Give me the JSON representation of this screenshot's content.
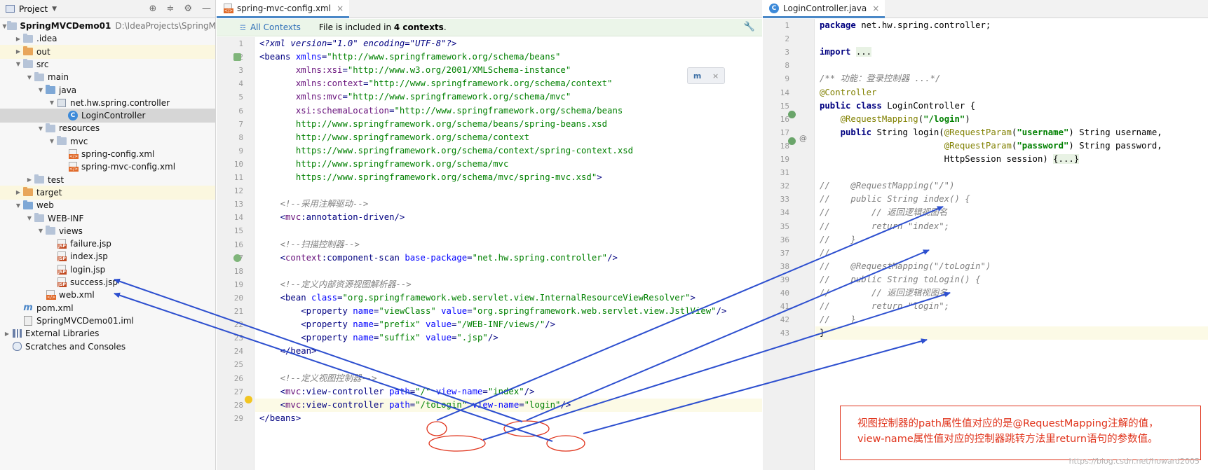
{
  "project_panel": {
    "title": "Project",
    "tree": [
      {
        "depth": 0,
        "twisty": "down",
        "icon": "module",
        "label": "SpringMVCDemo01",
        "suffix": "D:\\IdeaProjects\\SpringM",
        "bold": true
      },
      {
        "depth": 1,
        "twisty": "right",
        "icon": "folder",
        "label": ".idea"
      },
      {
        "depth": 1,
        "twisty": "right",
        "icon": "folder-orange",
        "label": "out",
        "hl": true
      },
      {
        "depth": 1,
        "twisty": "down",
        "icon": "folder",
        "label": "src"
      },
      {
        "depth": 2,
        "twisty": "down",
        "icon": "folder",
        "label": "main"
      },
      {
        "depth": 3,
        "twisty": "down",
        "icon": "folder-blue",
        "label": "java"
      },
      {
        "depth": 4,
        "twisty": "down",
        "icon": "package",
        "label": "net.hw.spring.controller"
      },
      {
        "depth": 5,
        "twisty": "none",
        "icon": "class",
        "label": "LoginController",
        "selected": true
      },
      {
        "depth": 3,
        "twisty": "down",
        "icon": "folder",
        "label": "resources"
      },
      {
        "depth": 4,
        "twisty": "down",
        "icon": "folder",
        "label": "mvc"
      },
      {
        "depth": 5,
        "twisty": "none",
        "icon": "xml",
        "label": "spring-config.xml"
      },
      {
        "depth": 5,
        "twisty": "none",
        "icon": "xml",
        "label": "spring-mvc-config.xml"
      },
      {
        "depth": 2,
        "twisty": "right",
        "icon": "folder",
        "label": "test"
      },
      {
        "depth": 1,
        "twisty": "right",
        "icon": "folder-orange",
        "label": "target",
        "hl": true
      },
      {
        "depth": 1,
        "twisty": "down",
        "icon": "folder-blue",
        "label": "web"
      },
      {
        "depth": 2,
        "twisty": "down",
        "icon": "folder",
        "label": "WEB-INF"
      },
      {
        "depth": 3,
        "twisty": "down",
        "icon": "folder",
        "label": "views"
      },
      {
        "depth": 4,
        "twisty": "none",
        "icon": "jsp",
        "label": "failure.jsp"
      },
      {
        "depth": 4,
        "twisty": "none",
        "icon": "jsp",
        "label": "index.jsp"
      },
      {
        "depth": 4,
        "twisty": "none",
        "icon": "jsp",
        "label": "login.jsp"
      },
      {
        "depth": 4,
        "twisty": "none",
        "icon": "jsp",
        "label": "success.jsp"
      },
      {
        "depth": 3,
        "twisty": "none",
        "icon": "xml",
        "label": "web.xml"
      },
      {
        "depth": 1,
        "twisty": "none",
        "icon": "maven",
        "label": "pom.xml"
      },
      {
        "depth": 1,
        "twisty": "none",
        "icon": "iml",
        "label": "SpringMVCDemo01.iml"
      },
      {
        "depth": 0,
        "twisty": "right",
        "icon": "library",
        "label": "External Libraries"
      },
      {
        "depth": 0,
        "twisty": "none",
        "icon": "scratch",
        "label": "Scratches and Consoles"
      }
    ]
  },
  "xml_editor": {
    "tab_label": "spring-mvc-config.xml",
    "notice": {
      "link": "All Contexts",
      "text_prefix": "File is included in ",
      "text_bold": "4 contexts",
      "text_suffix": "."
    },
    "line_numbers": [
      "1",
      "2",
      "3",
      "4",
      "5",
      "6",
      "7",
      "8",
      "9",
      "10",
      "11",
      "12",
      "13",
      "14",
      "15",
      "16",
      "17",
      "18",
      "19",
      "20",
      "21",
      "22",
      "23",
      "24",
      "25",
      "26",
      "27",
      "28",
      "29"
    ],
    "lines": [
      [
        [
          "pi",
          "<?xml version=\"1.0\" encoding=\"UTF-8\"?>"
        ]
      ],
      [
        [
          "tag",
          "<beans "
        ],
        [
          "attr",
          "xmlns"
        ],
        [
          "tag",
          "="
        ],
        [
          "val",
          "\"http://www.springframework.org/schema/beans\""
        ]
      ],
      [
        [
          "txt",
          "       "
        ],
        [
          "ns",
          "xmlns:xsi"
        ],
        [
          "tag",
          "="
        ],
        [
          "val",
          "\"http://www.w3.org/2001/XMLSchema-instance\""
        ]
      ],
      [
        [
          "txt",
          "       "
        ],
        [
          "ns",
          "xmlns:context"
        ],
        [
          "tag",
          "="
        ],
        [
          "val",
          "\"http://www.springframework.org/schema/context\""
        ]
      ],
      [
        [
          "txt",
          "       "
        ],
        [
          "ns",
          "xmlns:mvc"
        ],
        [
          "tag",
          "="
        ],
        [
          "val",
          "\"http://www.springframework.org/schema/mvc\""
        ]
      ],
      [
        [
          "txt",
          "       "
        ],
        [
          "ns",
          "xsi:schemaLocation"
        ],
        [
          "tag",
          "="
        ],
        [
          "val",
          "\"http://www.springframework.org/schema/beans"
        ]
      ],
      [
        [
          "txt",
          "       "
        ],
        [
          "val",
          "http://www.springframework.org/schema/beans/spring-beans.xsd"
        ]
      ],
      [
        [
          "txt",
          "       "
        ],
        [
          "val",
          "http://www.springframework.org/schema/context"
        ]
      ],
      [
        [
          "txt",
          "       "
        ],
        [
          "val",
          "https://www.springframework.org/schema/context/spring-context.xsd"
        ]
      ],
      [
        [
          "txt",
          "       "
        ],
        [
          "val",
          "http://www.springframework.org/schema/mvc"
        ]
      ],
      [
        [
          "txt",
          "       "
        ],
        [
          "val",
          "https://www.springframework.org/schema/mvc/spring-mvc.xsd\""
        ],
        [
          "tag",
          ">"
        ]
      ],
      [
        [
          "txt",
          ""
        ]
      ],
      [
        [
          "txt",
          "    "
        ],
        [
          "cmt",
          "<!--采用注解驱动-->"
        ]
      ],
      [
        [
          "txt",
          "    "
        ],
        [
          "tag",
          "<"
        ],
        [
          "ns",
          "mvc"
        ],
        [
          "tag",
          ":annotation-driven/>"
        ]
      ],
      [
        [
          "txt",
          ""
        ]
      ],
      [
        [
          "txt",
          "    "
        ],
        [
          "cmt",
          "<!--扫描控制器-->"
        ]
      ],
      [
        [
          "txt",
          "    "
        ],
        [
          "tag",
          "<"
        ],
        [
          "ns",
          "context"
        ],
        [
          "tag",
          ":component-scan "
        ],
        [
          "attr",
          "base-package"
        ],
        [
          "tag",
          "="
        ],
        [
          "val",
          "\"net.hw.spring.controller\""
        ],
        [
          "tag",
          "/>"
        ]
      ],
      [
        [
          "txt",
          ""
        ]
      ],
      [
        [
          "txt",
          "    "
        ],
        [
          "cmt",
          "<!--定义内部资源视图解析器-->"
        ]
      ],
      [
        [
          "txt",
          "    "
        ],
        [
          "tag",
          "<bean "
        ],
        [
          "attr",
          "class"
        ],
        [
          "tag",
          "="
        ],
        [
          "val",
          "\"org.springframework.web.servlet.view.InternalResourceViewResolver\""
        ],
        [
          "tag",
          ">"
        ]
      ],
      [
        [
          "txt",
          "        "
        ],
        [
          "tag",
          "<property "
        ],
        [
          "attr",
          "name"
        ],
        [
          "tag",
          "="
        ],
        [
          "val",
          "\"viewClass\""
        ],
        [
          "txt",
          " "
        ],
        [
          "attr",
          "value"
        ],
        [
          "tag",
          "="
        ],
        [
          "val",
          "\"org.springframework.web.servlet.view.JstlView\""
        ],
        [
          "tag",
          "/>"
        ]
      ],
      [
        [
          "txt",
          "        "
        ],
        [
          "tag",
          "<property "
        ],
        [
          "attr",
          "name"
        ],
        [
          "tag",
          "="
        ],
        [
          "val",
          "\"prefix\""
        ],
        [
          "txt",
          " "
        ],
        [
          "attr",
          "value"
        ],
        [
          "tag",
          "="
        ],
        [
          "val",
          "\"/WEB-INF/views/\""
        ],
        [
          "tag",
          "/>"
        ]
      ],
      [
        [
          "txt",
          "        "
        ],
        [
          "tag",
          "<property "
        ],
        [
          "attr",
          "name"
        ],
        [
          "tag",
          "="
        ],
        [
          "val",
          "\"suffix\""
        ],
        [
          "txt",
          " "
        ],
        [
          "attr",
          "value"
        ],
        [
          "tag",
          "="
        ],
        [
          "val",
          "\".jsp\""
        ],
        [
          "tag",
          "/>"
        ]
      ],
      [
        [
          "txt",
          "    "
        ],
        [
          "tag",
          "</bean>"
        ]
      ],
      [
        [
          "txt",
          ""
        ]
      ],
      [
        [
          "txt",
          "    "
        ],
        [
          "cmt",
          "<!--定义视图控制器-->"
        ]
      ],
      [
        [
          "txt",
          "    "
        ],
        [
          "tag",
          "<"
        ],
        [
          "ns",
          "mvc"
        ],
        [
          "tag",
          ":view-controller "
        ],
        [
          "attr",
          "path"
        ],
        [
          "tag",
          "="
        ],
        [
          "val",
          "\"/\""
        ],
        [
          "txt",
          " "
        ],
        [
          "attr",
          "view-name"
        ],
        [
          "tag",
          "="
        ],
        [
          "val",
          "\"index\""
        ],
        [
          "tag",
          "/>"
        ]
      ],
      [
        [
          "txt",
          "    "
        ],
        [
          "tag",
          "<"
        ],
        [
          "ns",
          "mvc"
        ],
        [
          "tag",
          ":view-controller "
        ],
        [
          "attr",
          "path"
        ],
        [
          "tag",
          "="
        ],
        [
          "val",
          "\"/toLogin\""
        ],
        [
          "txt",
          " "
        ],
        [
          "attr",
          "view-name"
        ],
        [
          "tag",
          "="
        ],
        [
          "val",
          "\"login\""
        ],
        [
          "tag",
          "/>"
        ]
      ],
      [
        [
          "tag",
          "</beans>"
        ]
      ]
    ]
  },
  "java_editor": {
    "tab_label": "LoginController.java",
    "line_numbers": [
      "1",
      "2",
      "3",
      "8",
      "9",
      "14",
      "15",
      "16",
      "17",
      "18",
      "19",
      "31",
      "32",
      "33",
      "34",
      "35",
      "36",
      "37",
      "38",
      "39",
      "40",
      "41",
      "42",
      "43"
    ],
    "lines": [
      [
        [
          "kw",
          "package "
        ],
        [
          "txt",
          "net.hw.spring.controller;"
        ]
      ],
      [
        [
          "txt",
          ""
        ]
      ],
      [
        [
          "kw",
          "import "
        ],
        [
          "fold",
          "..."
        ]
      ],
      [
        [
          "txt",
          ""
        ]
      ],
      [
        [
          "cmt",
          "/** 功能：登录控制器 ...*/"
        ]
      ],
      [
        [
          "ann",
          "@Controller"
        ]
      ],
      [
        [
          "kw",
          "public class "
        ],
        [
          "txt",
          "LoginController {"
        ]
      ],
      [
        [
          "txt",
          "    "
        ],
        [
          "ann",
          "@RequestMapping"
        ],
        [
          "txt",
          "("
        ],
        [
          "str",
          "\"/login\""
        ],
        [
          "txt",
          ")"
        ]
      ],
      [
        [
          "txt",
          "    "
        ],
        [
          "kw",
          "public "
        ],
        [
          "txt",
          "String login("
        ],
        [
          "ann",
          "@RequestParam"
        ],
        [
          "txt",
          "("
        ],
        [
          "str",
          "\"username\""
        ],
        [
          "txt",
          ") String username,"
        ]
      ],
      [
        [
          "txt",
          "                        "
        ],
        [
          "ann",
          "@RequestParam"
        ],
        [
          "txt",
          "("
        ],
        [
          "str",
          "\"password\""
        ],
        [
          "txt",
          ") String password,"
        ]
      ],
      [
        [
          "txt",
          "                        HttpSession session) "
        ],
        [
          "fold",
          "{...}"
        ]
      ],
      [
        [
          "txt",
          ""
        ]
      ],
      [
        [
          "cmt",
          "//    @RequestMapping(\"/\")"
        ]
      ],
      [
        [
          "cmt",
          "//    public String index() {"
        ]
      ],
      [
        [
          "cmt",
          "//        // 返回逻辑视图名"
        ]
      ],
      [
        [
          "cmt",
          "//        return \"index\";"
        ]
      ],
      [
        [
          "cmt",
          "//    }"
        ]
      ],
      [
        [
          "cmt",
          "//"
        ]
      ],
      [
        [
          "cmt",
          "//    @RequestMapping(\"/toLogin\")"
        ]
      ],
      [
        [
          "cmt",
          "//    public String toLogin() {"
        ]
      ],
      [
        [
          "cmt",
          "//        // 返回逻辑视图名"
        ]
      ],
      [
        [
          "cmt",
          "//        return \"login\";"
        ]
      ],
      [
        [
          "cmt",
          "//    }"
        ]
      ],
      [
        [
          "txt",
          "}"
        ]
      ]
    ]
  },
  "note": {
    "line1": "视图控制器的path属性值对应的是@RequestMapping注解的值，",
    "line2": "view-name属性值对应的控制器跳转方法里return语句的参数值。"
  },
  "watermark": "https://blog.csdn.net/howard2005",
  "colors": {
    "arrow": "#2d4fcf",
    "ellipse": "#e0341c",
    "note_border": "#e0341c",
    "tab_accent": "#4a88c7"
  }
}
